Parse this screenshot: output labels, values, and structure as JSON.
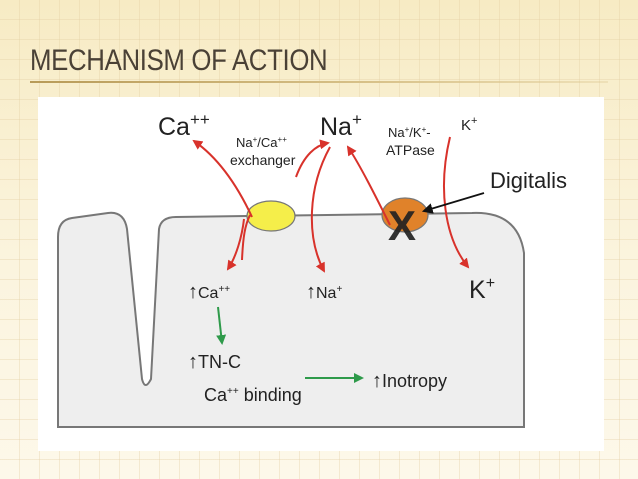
{
  "slide": {
    "title": "MECHANISM OF ACTION"
  },
  "diagram": {
    "ca_out": {
      "base": "Ca",
      "sup": "++"
    },
    "na_out": {
      "base": "Na",
      "sup": "+"
    },
    "k_out": {
      "base": "K",
      "sup": "+"
    },
    "exchanger": {
      "line1_a": "Na",
      "line1_b": "+",
      "line1_c": "/Ca",
      "line1_d": "++",
      "line2": "exchanger"
    },
    "atpase": {
      "line1_a": "Na",
      "line1_b": "+",
      "line1_c": "/K",
      "line1_d": "+",
      "line1_e": "-",
      "line2": "ATPase"
    },
    "digitalis": "Digitalis",
    "block_mark": "X",
    "ca_in": {
      "arrow": "↑",
      "base": "Ca",
      "sup": "++"
    },
    "na_in": {
      "arrow": "↑",
      "base": "Na",
      "sup": "+"
    },
    "k_in": {
      "base": "K",
      "sup": "+"
    },
    "tnc": {
      "arrow": "↑",
      "line1": "TN-C",
      "line2_base": "Ca",
      "line2_sup": "++",
      "line2_rest": " binding"
    },
    "inotropy": {
      "arrow": "↑",
      "label": "Inotropy"
    },
    "colors": {
      "arrow_red": "#d8322b",
      "arrow_green": "#2e9a4a",
      "exchanger_fill": "#f5ee4a",
      "pump_fill": "#e0822a",
      "block_mark": "#2f8f2f",
      "cell_fill": "#eeeeee",
      "cell_stroke": "#777777"
    }
  }
}
